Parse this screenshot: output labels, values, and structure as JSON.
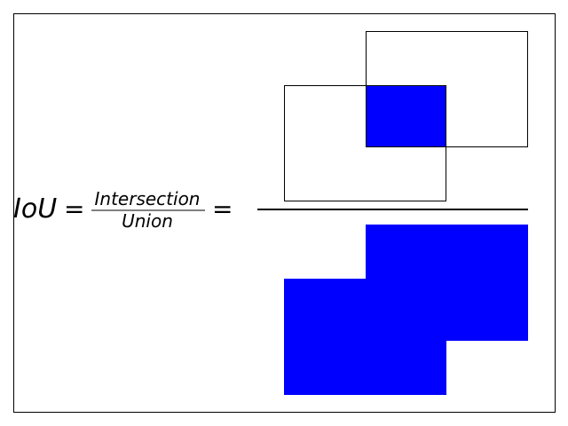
{
  "formula": {
    "lhs": "IoU",
    "equals": "=",
    "numerator": "Intersection",
    "denominator": "Union",
    "trailing_equals": "="
  },
  "colors": {
    "fill": "#0000ff",
    "stroke": "#000000",
    "background": "#ffffff"
  }
}
